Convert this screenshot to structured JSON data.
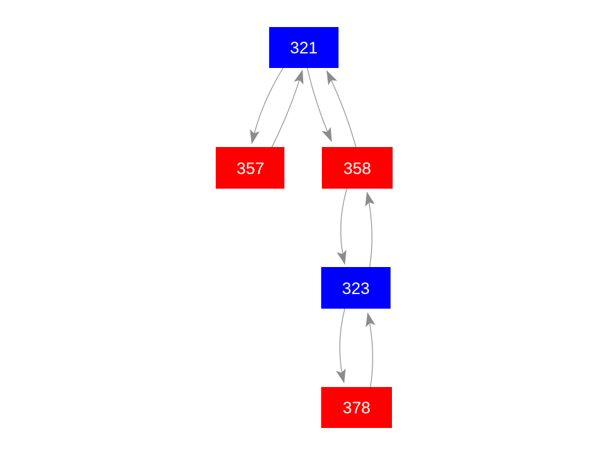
{
  "graph": {
    "background": "#ffffff",
    "edge_color": "#8c8c8c",
    "node_text_color": "#ffffff",
    "node_colors": {
      "blue": "#0000ff",
      "red": "#ff0000"
    },
    "nodes": [
      {
        "id": "321",
        "label": "321",
        "color": "#0000ff"
      },
      {
        "id": "357",
        "label": "357",
        "color": "#ff0000"
      },
      {
        "id": "358",
        "label": "358",
        "color": "#ff0000"
      },
      {
        "id": "323",
        "label": "323",
        "color": "#0000ff"
      },
      {
        "id": "378",
        "label": "378",
        "color": "#ff0000"
      }
    ],
    "edges": [
      {
        "from": "321",
        "to": "357"
      },
      {
        "from": "357",
        "to": "321"
      },
      {
        "from": "321",
        "to": "358"
      },
      {
        "from": "358",
        "to": "321"
      },
      {
        "from": "358",
        "to": "323"
      },
      {
        "from": "323",
        "to": "358"
      },
      {
        "from": "323",
        "to": "378"
      },
      {
        "from": "378",
        "to": "323"
      }
    ]
  }
}
